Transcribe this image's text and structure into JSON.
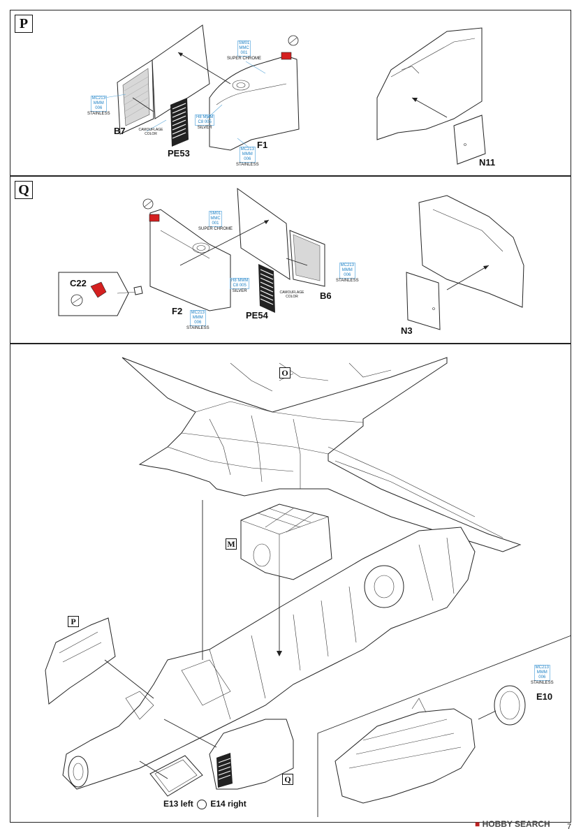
{
  "steps": {
    "P": {
      "letter": "P",
      "parts": {
        "b7": "B7",
        "pe53": "PE53",
        "f1": "F1",
        "n11": "N11"
      },
      "paints": {
        "p1": {
          "code": "MC213\nMMM\n006",
          "name": "STAINLESS"
        },
        "p2": {
          "code": "SM01\nMMC\n001",
          "name": "SUPER CHROME"
        },
        "p3": {
          "code": "H8 MMM\nC8 005",
          "name": "SILVER"
        },
        "p4": {
          "code": "MC213\nMMM\n006",
          "name": "STAINLESS"
        },
        "p5": {
          "name": "CAMOUFLAGE COLOR"
        }
      }
    },
    "Q": {
      "letter": "Q",
      "parts": {
        "c22": "C22",
        "f2": "F2",
        "pe54": "PE54",
        "b6": "B6",
        "n3": "N3"
      },
      "paints": {
        "p1": {
          "code": "SM01\nMMC\n001",
          "name": "SUPER CHROME"
        },
        "p2": {
          "code": "H8 MMM\nC8 005",
          "name": "SILVER"
        },
        "p3": {
          "code": "MC213\nMMM\n006",
          "name": "STAINLESS"
        },
        "p4": {
          "code": "MC213\nMMM\n006",
          "name": "STAINLESS"
        },
        "p5": {
          "name": "CAMOUFLAGE COLOR"
        }
      }
    },
    "main": {
      "refs": {
        "o": "O",
        "m": "M",
        "p": "P",
        "q": "Q"
      },
      "parts": {
        "e10": "E10",
        "e13e14_left": "E13 left",
        "e13e14_right": "E14 right"
      },
      "paints": {
        "p1": {
          "code": "MC213\nMMM\n006",
          "name": "STAINLESS"
        }
      }
    }
  },
  "watermark": "HOBBY SEARCH",
  "page_number": "7",
  "colors": {
    "paint_code": "#1a7fc4",
    "red_mark": "#d42020",
    "line": "#222222"
  }
}
